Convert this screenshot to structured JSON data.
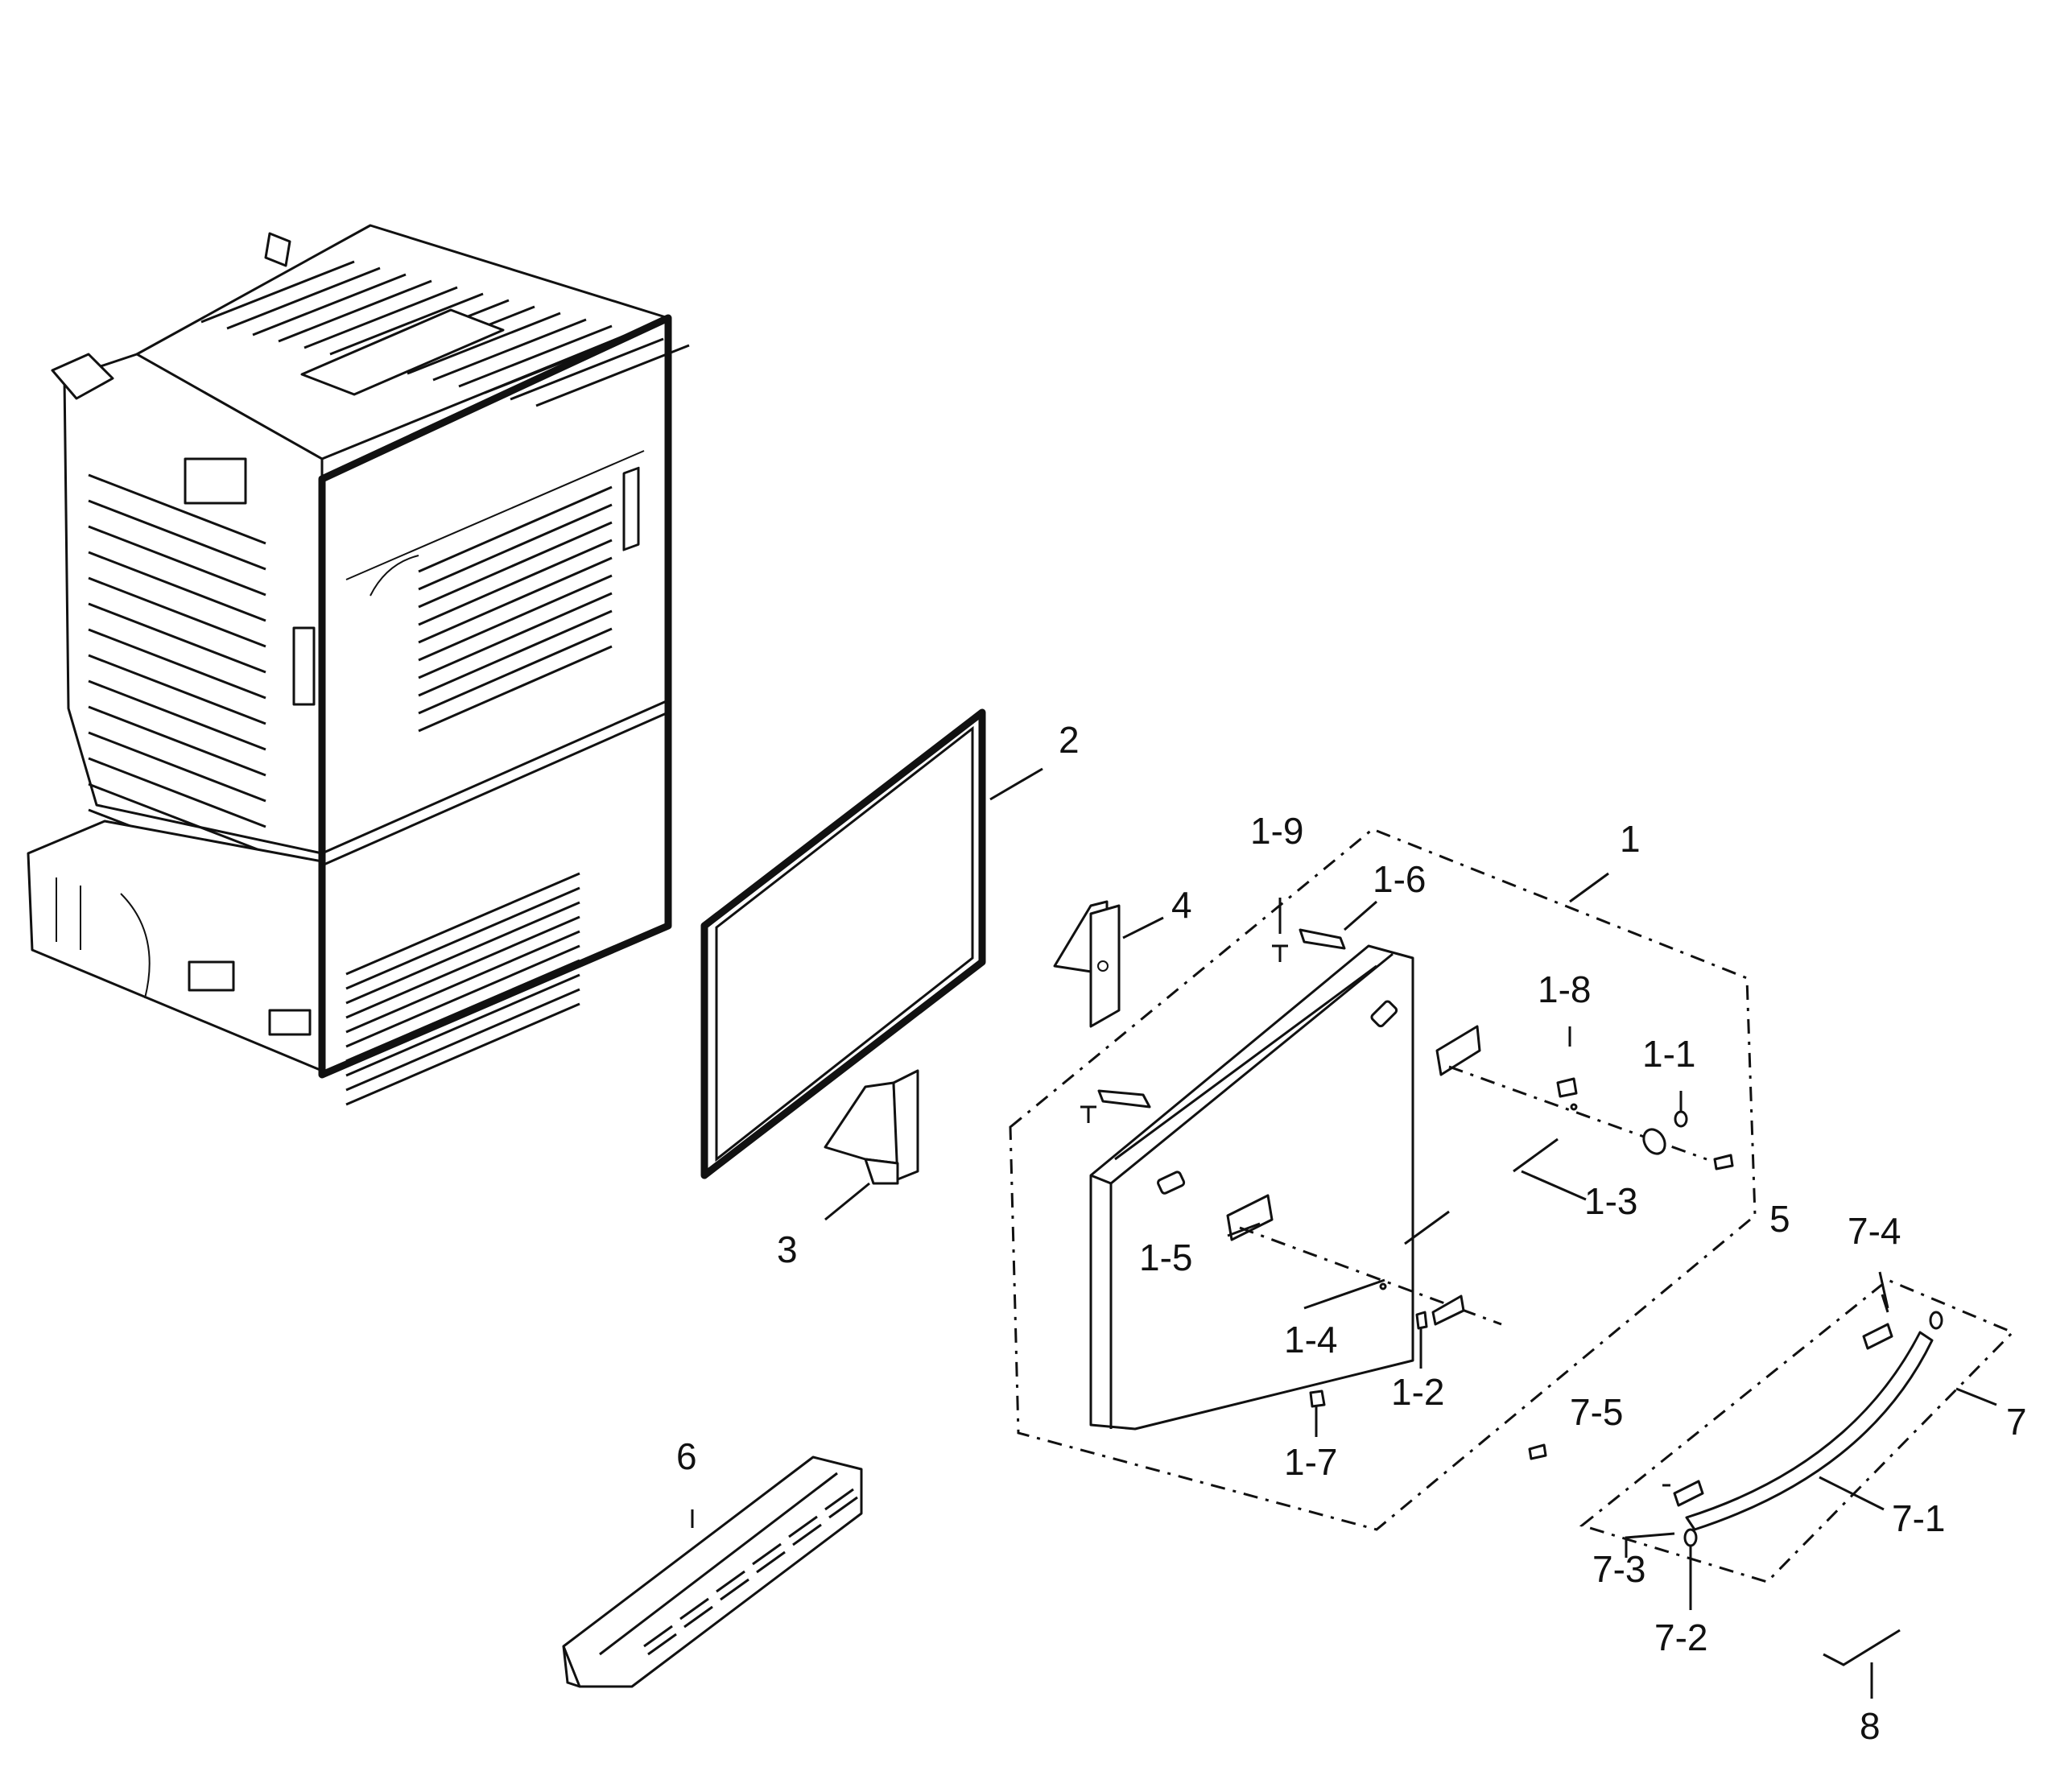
{
  "diagram": {
    "parts": [
      {
        "id": "cabinet",
        "icon": "refrigerator-cabinet-icon"
      },
      {
        "id": "gasket",
        "icon": "door-gasket-icon"
      },
      {
        "id": "hinge-lower",
        "icon": "hinge-bracket-icon"
      },
      {
        "id": "hinge-upper",
        "icon": "hinge-bracket-icon"
      },
      {
        "id": "door-assembly",
        "icon": "freezer-drawer-door-icon"
      },
      {
        "id": "handle-assembly",
        "icon": "door-handle-icon"
      },
      {
        "id": "kick-plate",
        "icon": "grille-kickplate-icon"
      }
    ],
    "callouts": {
      "c1": "1",
      "c1_1": "1-1",
      "c1_2": "1-2",
      "c1_3": "1-3",
      "c1_4": "1-4",
      "c1_5": "1-5",
      "c1_6": "1-6",
      "c1_7": "1-7",
      "c1_8": "1-8",
      "c1_9": "1-9",
      "c2": "2",
      "c3": "3",
      "c4": "4",
      "c5": "5",
      "c6": "6",
      "c7": "7",
      "c7_1": "7-1",
      "c7_2": "7-2",
      "c7_3": "7-3",
      "c7_4": "7-4",
      "c7_5": "7-5",
      "c8": "8"
    },
    "line_color": "#111111",
    "background": "#ffffff"
  }
}
